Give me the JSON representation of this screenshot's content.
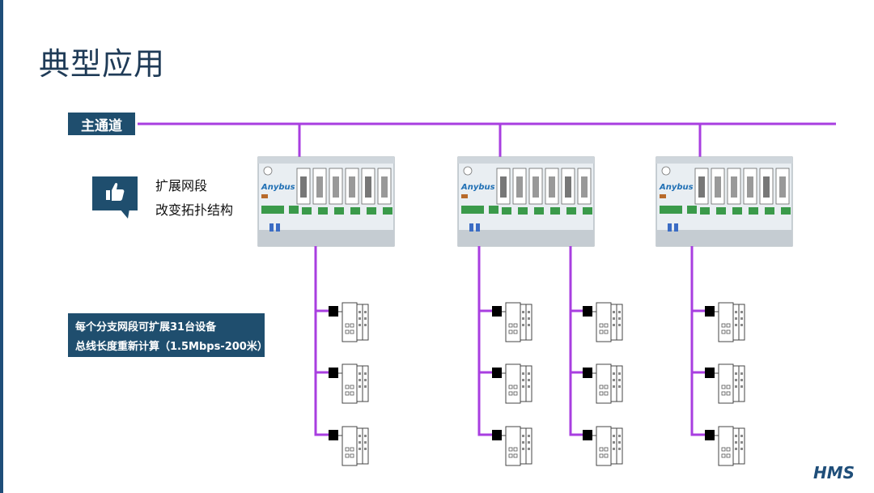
{
  "slide": {
    "title": "典型应用",
    "main_channel_label": "主通道",
    "features": [
      "扩展网段",
      "改变拓扑结构"
    ],
    "note_lines": [
      "每个分支网段可扩展31台设备",
      "总线长度重新计算（1.5Mbps-200米）"
    ],
    "logo_text": "HMS",
    "module_brand": "Anybus"
  },
  "colors": {
    "bus_line": "#a83ee0",
    "label_bg": "#1f4e6e",
    "device_fill": "#ffffff",
    "connector": "#000000"
  },
  "icons": [
    "thumbs-up-icon",
    "hms-logo"
  ]
}
